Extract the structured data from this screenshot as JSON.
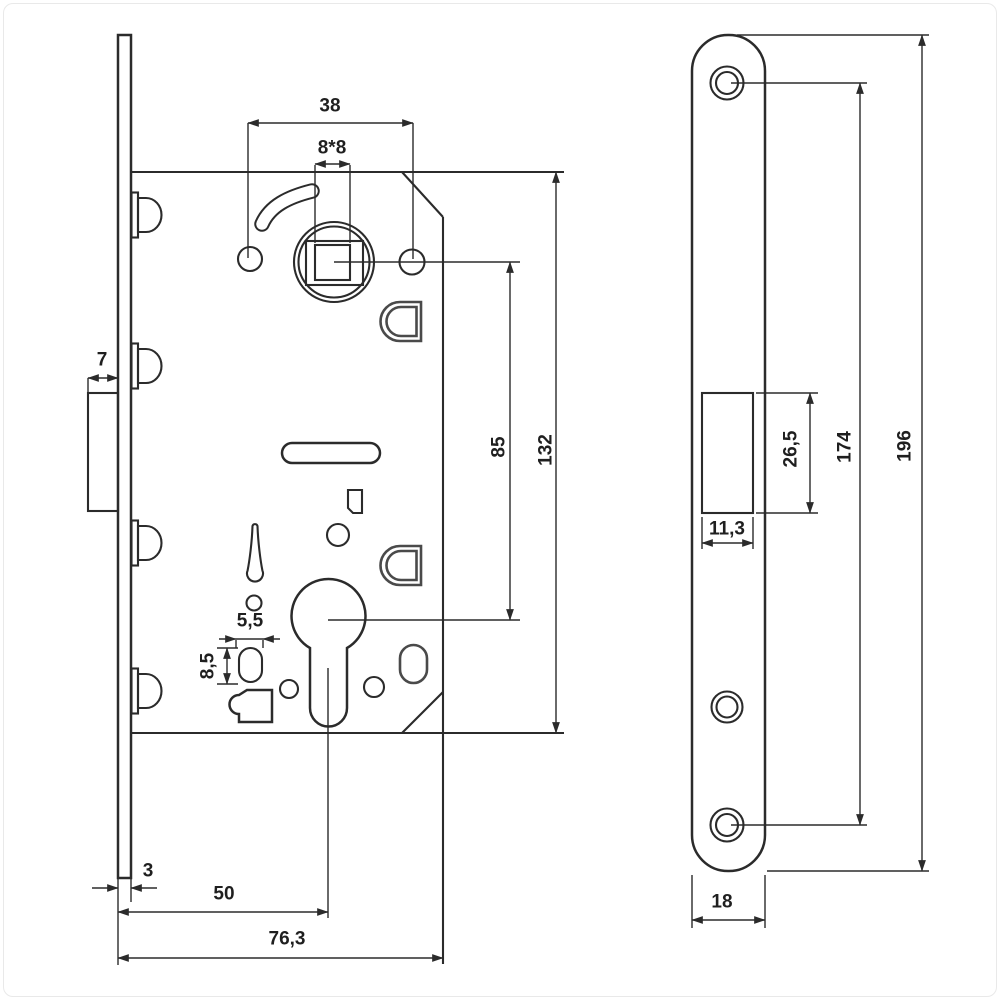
{
  "drawing": {
    "kind": "mortise-lock technical drawing",
    "views": {
      "left": "lock case side view",
      "right": "faceplate front view"
    }
  },
  "colors": {
    "background": "#ffffff",
    "line": "#2b2b2b",
    "accent": "#4a4a4a",
    "text": "#1f1f1f",
    "frame": "#e9e9e9"
  },
  "dims": {
    "handle_holes_spacing": "38",
    "spindle_square": "8*8",
    "bolt_throw": "7",
    "spindle_to_cylinder": "85",
    "case_height": "132",
    "slot_width": "5,5",
    "slot_height": "8,5",
    "faceplate_thickness": "3",
    "backset": "50",
    "case_depth": "76,3",
    "cutout_height": "26,5",
    "screw_distance": "174",
    "faceplate_length": "196",
    "cutout_width": "11,3",
    "faceplate_width": "18"
  }
}
